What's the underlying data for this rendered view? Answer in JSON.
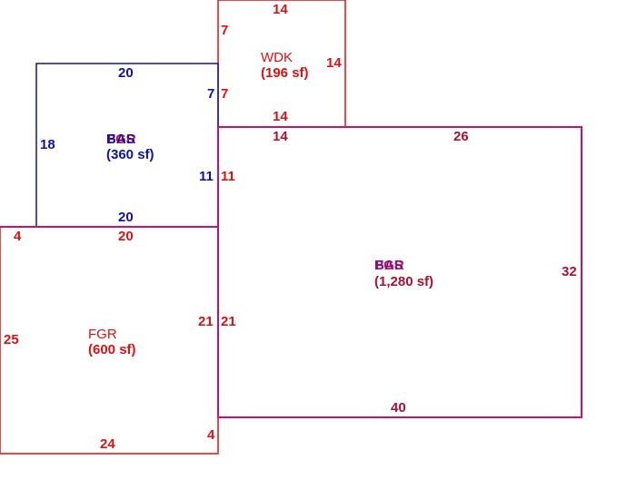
{
  "colors": {
    "red": "#dd1111",
    "blue": "#1111aa",
    "magenta": "#cc1166",
    "purple": "#7711aa"
  },
  "areas": {
    "wdk": {
      "name": "WDK",
      "sf": "(196 sf)"
    },
    "bas": {
      "name": "BAS",
      "sf": "(360 sf)"
    },
    "bas_overlap": {
      "name": "FGR"
    },
    "fgr": {
      "name": "FGR",
      "sf": "(600 sf)"
    },
    "main": {
      "name": "BAS",
      "overlap": "FGR",
      "sf": "(1,280 sf)"
    }
  },
  "dims": {
    "wdk_top": "14",
    "wdk_left": "7",
    "wdk_right": "14",
    "wdk_bottom": "14",
    "bas_top": "20",
    "bas_left": "18",
    "bas_right_upper": "7",
    "wdk_left_lower": "7",
    "bas_right_lower": "11",
    "main_left_upper": "11",
    "bas_bottom": "20",
    "main_top_left": "14",
    "main_top": "26",
    "main_right": "32",
    "main_bottom": "40",
    "fgr_top_left": "4",
    "fgr_top": "20",
    "fgr_left": "25",
    "fgr_right": "21",
    "main_left_lower": "21",
    "fgr_bottom": "24",
    "fgr_bottom_right": "4"
  }
}
